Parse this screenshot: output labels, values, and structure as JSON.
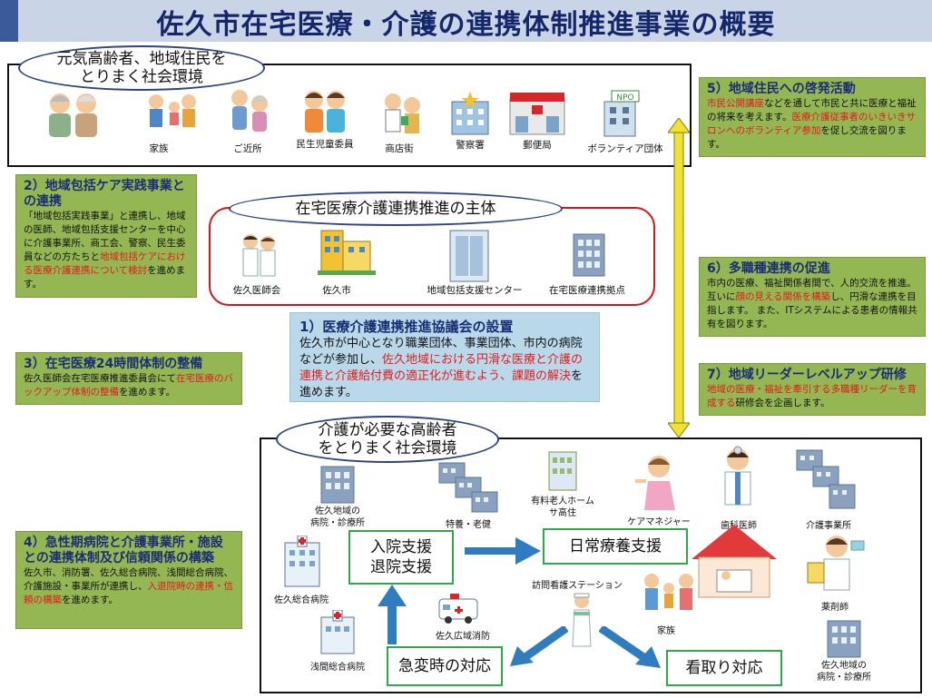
{
  "title": "佐久市在宅医療・介護の連携体制推進事業の概要",
  "top_env": {
    "oval_line1": "元気高齢者、地域住民を",
    "oval_line2": "とりまく社会環境",
    "labels": [
      "家族",
      "ご近所",
      "民生児童委員",
      "商店街",
      "警察署",
      "郵便局",
      "ボランティア団体"
    ],
    "npo_sign": "NPO"
  },
  "core": {
    "oval": "在宅医療介護連携推進の主体",
    "labels": [
      "佐久医師会",
      "佐久市",
      "地域包括支援センター",
      "在宅医療連携拠点"
    ]
  },
  "box1": {
    "title": "1）医療介護連携推進協議会の設置",
    "body_a": "佐久市が中心となり職業団体、事業団体、市内の病院などが参加し、",
    "body_red": "佐久地域における円滑な医療と介護の連携と介護給付費の適正化が進むよう、課題の解決",
    "body_b": "を進めます。"
  },
  "box2": {
    "title": "2）地域包括ケア実践事業との連携",
    "body_a": "「地域包括実践事業」と連携し、地域の医師、地域包括支援センターを中心に介護事業所、商工会、警察、民生委員などの方たちと",
    "body_red": "地域包括ケアにおける医療介護連携について検討",
    "body_b": "を進めます。"
  },
  "box3": {
    "title": "3）在宅医療24時間体制の整備",
    "body_a": "佐久医師会在宅医療推進委員会にて",
    "body_red": "在宅医療のバックアップ体制の整備",
    "body_b": "を進めます。"
  },
  "box4": {
    "title": "4）急性期病院と介護事業所・施設との連携体制及び信頼関係の構築",
    "body_a": "佐久市、消防署、佐久総合病院、浅間総合病院、介護施設・事業所が連携し、",
    "body_red": "入退院時の連携・信頼の構築",
    "body_b": "を進めます。"
  },
  "box5": {
    "title": "5）地域住民への啓発活動",
    "red1": "市民公開講座",
    "body_a": "などを通して市民と共に医療と福祉の将来を考えます。",
    "red2": "医療介護従事者のいきいきサロンへのボランティア参加",
    "body_b": "を促し交流を図ります。"
  },
  "box6": {
    "title": "6）多職種連携の促進",
    "body_a": "市内の医療、福祉関係者間で、人的交流を推進。互いに",
    "body_red": "顔の見える関係を構築",
    "body_b": "し、円滑な連携を目指します。 また、ITシステムによる患者の情報共有を図ります。"
  },
  "box7": {
    "title": "7）地域リーダーレベルアップ研修",
    "body_red": "地域の医療・福祉を牽引する多職種リーダーを育成する",
    "body_b": "研修会を企画します。"
  },
  "bottom_env": {
    "oval_line1": "介護が必要な高齢者",
    "oval_line2": "をとりまく社会環境",
    "hospital_area": "佐久地域の\n病院・診療所",
    "tokuyou": "特養・老健",
    "yuryo": "有料老人ホーム\nサ高住",
    "care_manager": "ケアマネジャー",
    "dentist": "歯科医師",
    "care_office": "介護事業所",
    "saku_general": "佐久総合病院",
    "nyuin": "入院支援\n退院支援",
    "nichijo": "日常療養支援",
    "houmon": "訪問看護ステーション",
    "family": "家族",
    "pharmacist": "薬剤師",
    "fire": "佐久広域消防",
    "asama": "浅間総合病院",
    "kyuhen": "急変時の対応",
    "mitori": "看取り対応",
    "hospital_area2": "佐久地域の\n病院・診療所"
  }
}
